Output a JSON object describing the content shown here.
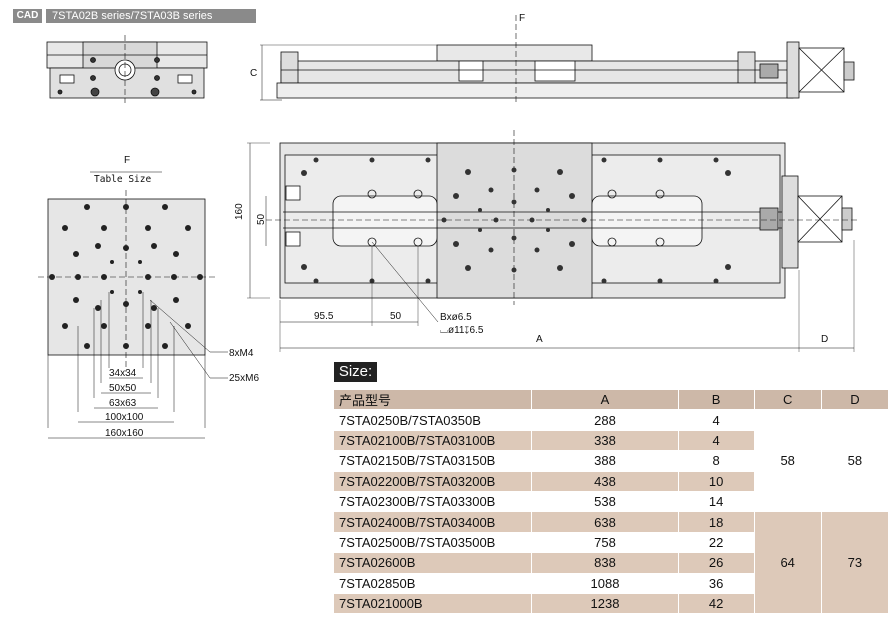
{
  "header": {
    "badge": "CAD",
    "title": "7STA02B series/7STA03B series"
  },
  "drawing": {
    "f_label": "F",
    "c_label": "C",
    "table_f_label": "F",
    "table_size_label": "Table Size",
    "dim_160": "160",
    "dim_50_vert": "50",
    "dim_95_5": "95.5",
    "dim_50": "50",
    "hole_spec_1": "Bxø6.5",
    "hole_spec_2": "⌴ø11↧6.5",
    "dim_a": "A",
    "dim_d": "D",
    "m4": "8xM4",
    "m6": "25xM6",
    "sq_34": "34x34",
    "sq_50": "50x50",
    "sq_63": "63x63",
    "sq_100": "100x100",
    "sq_160": "160x160"
  },
  "size_table": {
    "label": "Size:",
    "headers": [
      "产品型号",
      "A",
      "B",
      "C",
      "D"
    ],
    "rows": [
      {
        "model": "7STA0250B/7STA0350B",
        "a": "288",
        "b": "4"
      },
      {
        "model": "7STA02100B/7STA03100B",
        "a": "338",
        "b": "4"
      },
      {
        "model": "7STA02150B/7STA03150B",
        "a": "388",
        "b": "8"
      },
      {
        "model": "7STA02200B/7STA03200B",
        "a": "438",
        "b": "10"
      },
      {
        "model": "7STA02300B/7STA03300B",
        "a": "538",
        "b": "14"
      },
      {
        "model": "7STA02400B/7STA03400B",
        "a": "638",
        "b": "18"
      },
      {
        "model": "7STA02500B/7STA03500B",
        "a": "758",
        "b": "22"
      },
      {
        "model": "7STA02600B",
        "a": "838",
        "b": "26"
      },
      {
        "model": "7STA02850B",
        "a": "1088",
        "b": "36"
      },
      {
        "model": "7STA021000B",
        "a": "1238",
        "b": "42"
      }
    ],
    "group1": {
      "c": "58",
      "d": "58"
    },
    "group2": {
      "c": "64",
      "d": "73"
    }
  }
}
